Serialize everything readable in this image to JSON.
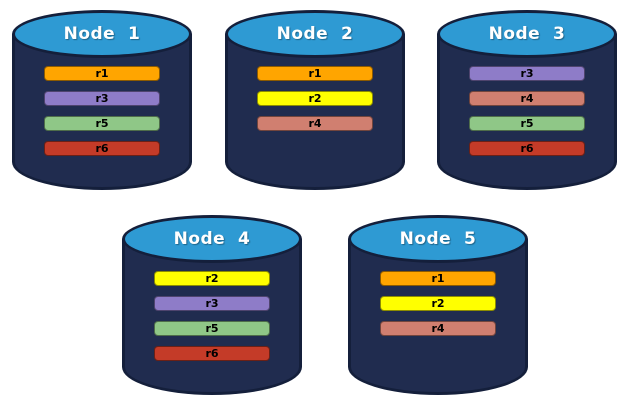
{
  "colors": {
    "cylinder-body": "#202C4F",
    "cylinder-top": "#2E9AD3",
    "cylinder-border": "#141F3B",
    "replica-r1": "#FFA500",
    "replica-r2": "#FFFF00",
    "replica-r3": "#8E7CC8",
    "replica-r4": "#D07F70",
    "replica-r5": "#8FC787",
    "replica-r6": "#C43B28"
  },
  "nodes": [
    {
      "label": "Node  1",
      "replicas": [
        {
          "id": "r1",
          "color": "#FFA500"
        },
        {
          "id": "r3",
          "color": "#8E7CC8"
        },
        {
          "id": "r5",
          "color": "#8FC787"
        },
        {
          "id": "r6",
          "color": "#C43B28"
        }
      ]
    },
    {
      "label": "Node  2",
      "replicas": [
        {
          "id": "r1",
          "color": "#FFA500"
        },
        {
          "id": "r2",
          "color": "#FFFF00"
        },
        {
          "id": "r4",
          "color": "#D07F70"
        }
      ]
    },
    {
      "label": "Node  3",
      "replicas": [
        {
          "id": "r3",
          "color": "#8E7CC8"
        },
        {
          "id": "r4",
          "color": "#D07F70"
        },
        {
          "id": "r5",
          "color": "#8FC787"
        },
        {
          "id": "r6",
          "color": "#C43B28"
        }
      ]
    },
    {
      "label": "Node  4",
      "replicas": [
        {
          "id": "r2",
          "color": "#FFFF00"
        },
        {
          "id": "r3",
          "color": "#8E7CC8"
        },
        {
          "id": "r5",
          "color": "#8FC787"
        },
        {
          "id": "r6",
          "color": "#C43B28"
        }
      ]
    },
    {
      "label": "Node  5",
      "replicas": [
        {
          "id": "r1",
          "color": "#FFA500"
        },
        {
          "id": "r2",
          "color": "#FFFF00"
        },
        {
          "id": "r4",
          "color": "#D07F70"
        }
      ]
    }
  ]
}
